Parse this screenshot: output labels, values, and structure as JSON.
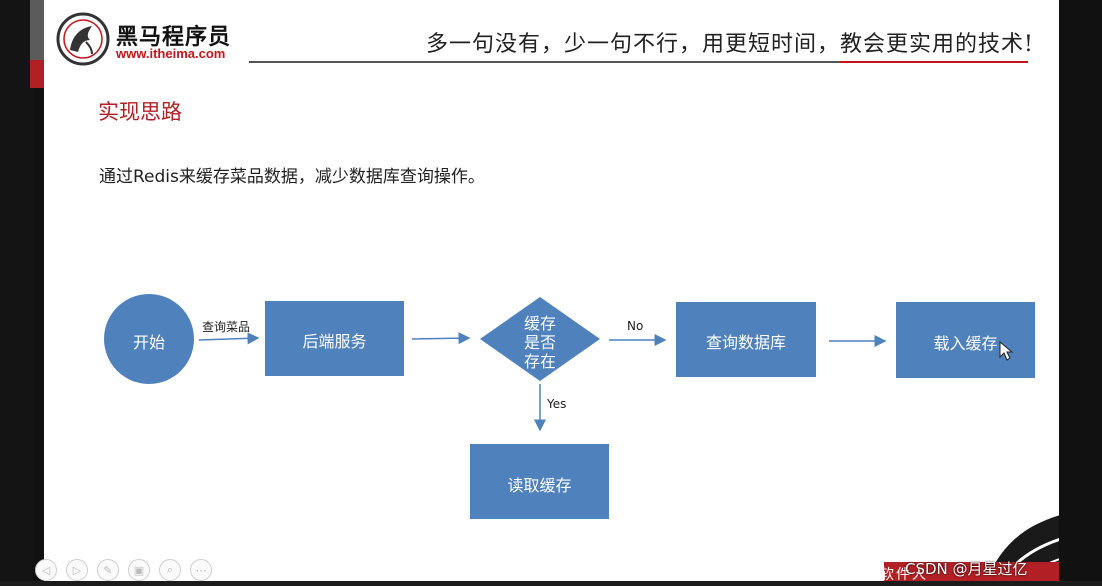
{
  "header": {
    "logo_title": "黑马程序员",
    "logo_url": "www.itheima.com",
    "slogan": "多一句没有，少一句不行，用更短时间，教会更实用的技术!"
  },
  "content": {
    "section_title": "实现思路",
    "description": "通过Redis来缓存菜品数据，减少数据库查询操作。"
  },
  "flowchart": {
    "nodes": {
      "start": "开始",
      "backend": "后端服务",
      "decision_line1": "缓存",
      "decision_line2": "是否",
      "decision_line3": "存在",
      "query_db": "查询数据库",
      "load_cache": "载入缓存",
      "read_cache": "读取缓存"
    },
    "edges": {
      "query_dish": "查询菜品",
      "no": "No",
      "yes": "Yes"
    },
    "colors": {
      "node_fill": "#4f81bd",
      "arrow": "#4f81bd"
    }
  },
  "toolbar": {
    "icons": [
      "previous-icon",
      "next-icon",
      "pen-icon",
      "slides-icon",
      "zoom-icon",
      "more-icon"
    ]
  },
  "footer": {
    "banner_text": "高级软件人",
    "watermark": "CSDN @月星过亿"
  },
  "colors": {
    "brand_red": "#b21f24",
    "title_red": "#b22025"
  }
}
